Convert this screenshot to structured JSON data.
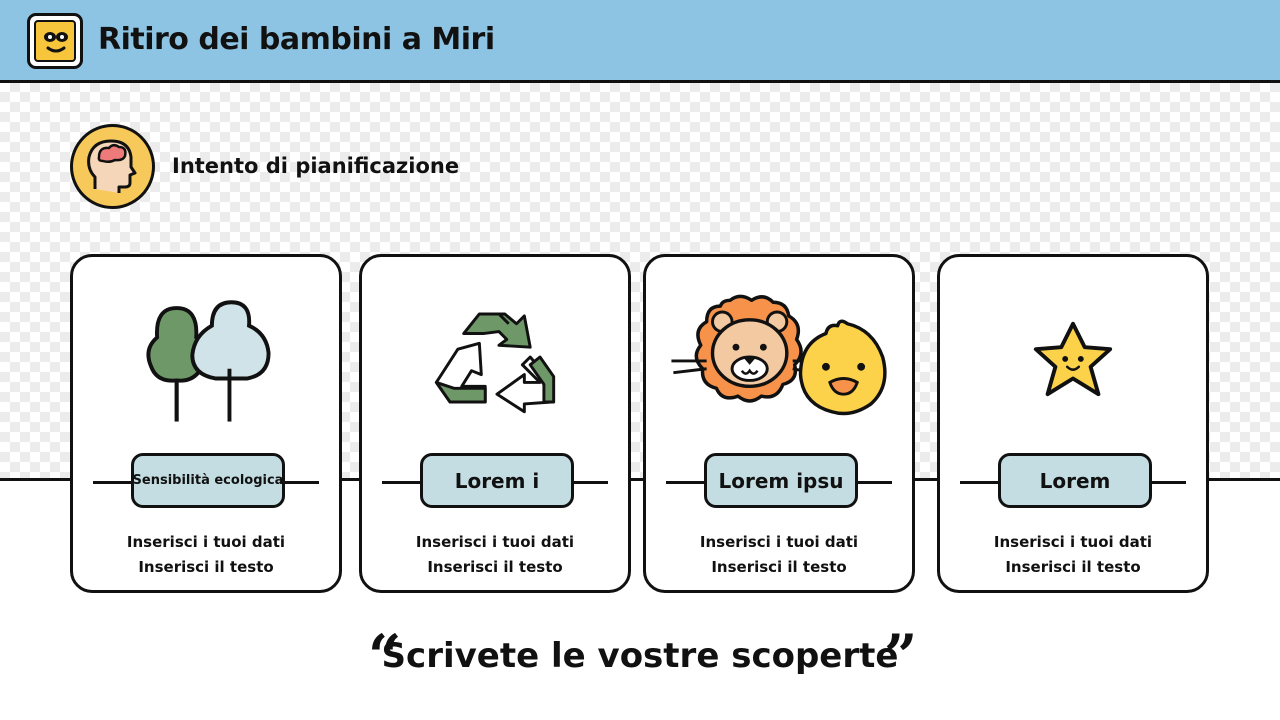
{
  "header": {
    "title": "Ritiro dei bambini a Miri",
    "logo_icon": "smiley-face-icon"
  },
  "section": {
    "title": "Intento di pianificazione",
    "icon": "head-brain-icon"
  },
  "cards": [
    {
      "label": "Sensibilità ecologica",
      "line1": "Inserisci i tuoi dati",
      "line2": "Inserisci il testo",
      "icon": "trees-icon"
    },
    {
      "label": "Lorem i",
      "line1": "Inserisci i tuoi dati",
      "line2": "Inserisci il testo",
      "icon": "recycle-icon"
    },
    {
      "label": "Lorem ipsu",
      "line1": "Inserisci i tuoi dati",
      "line2": "Inserisci il testo",
      "icon": "lion-and-chick-icon"
    },
    {
      "label": "Lorem",
      "line1": "Inserisci i tuoi dati",
      "line2": "Inserisci il testo",
      "icon": "star-icon"
    }
  ],
  "quote": {
    "text": "Scrivete le vostre scoperte"
  },
  "colors": {
    "header": "#8ec4e3",
    "accent_yellow": "#f6c53c",
    "pill": "#c3dde3",
    "green": "#6e9868",
    "light_blue": "#cfe3e8",
    "lion_orange": "#f6924a"
  }
}
